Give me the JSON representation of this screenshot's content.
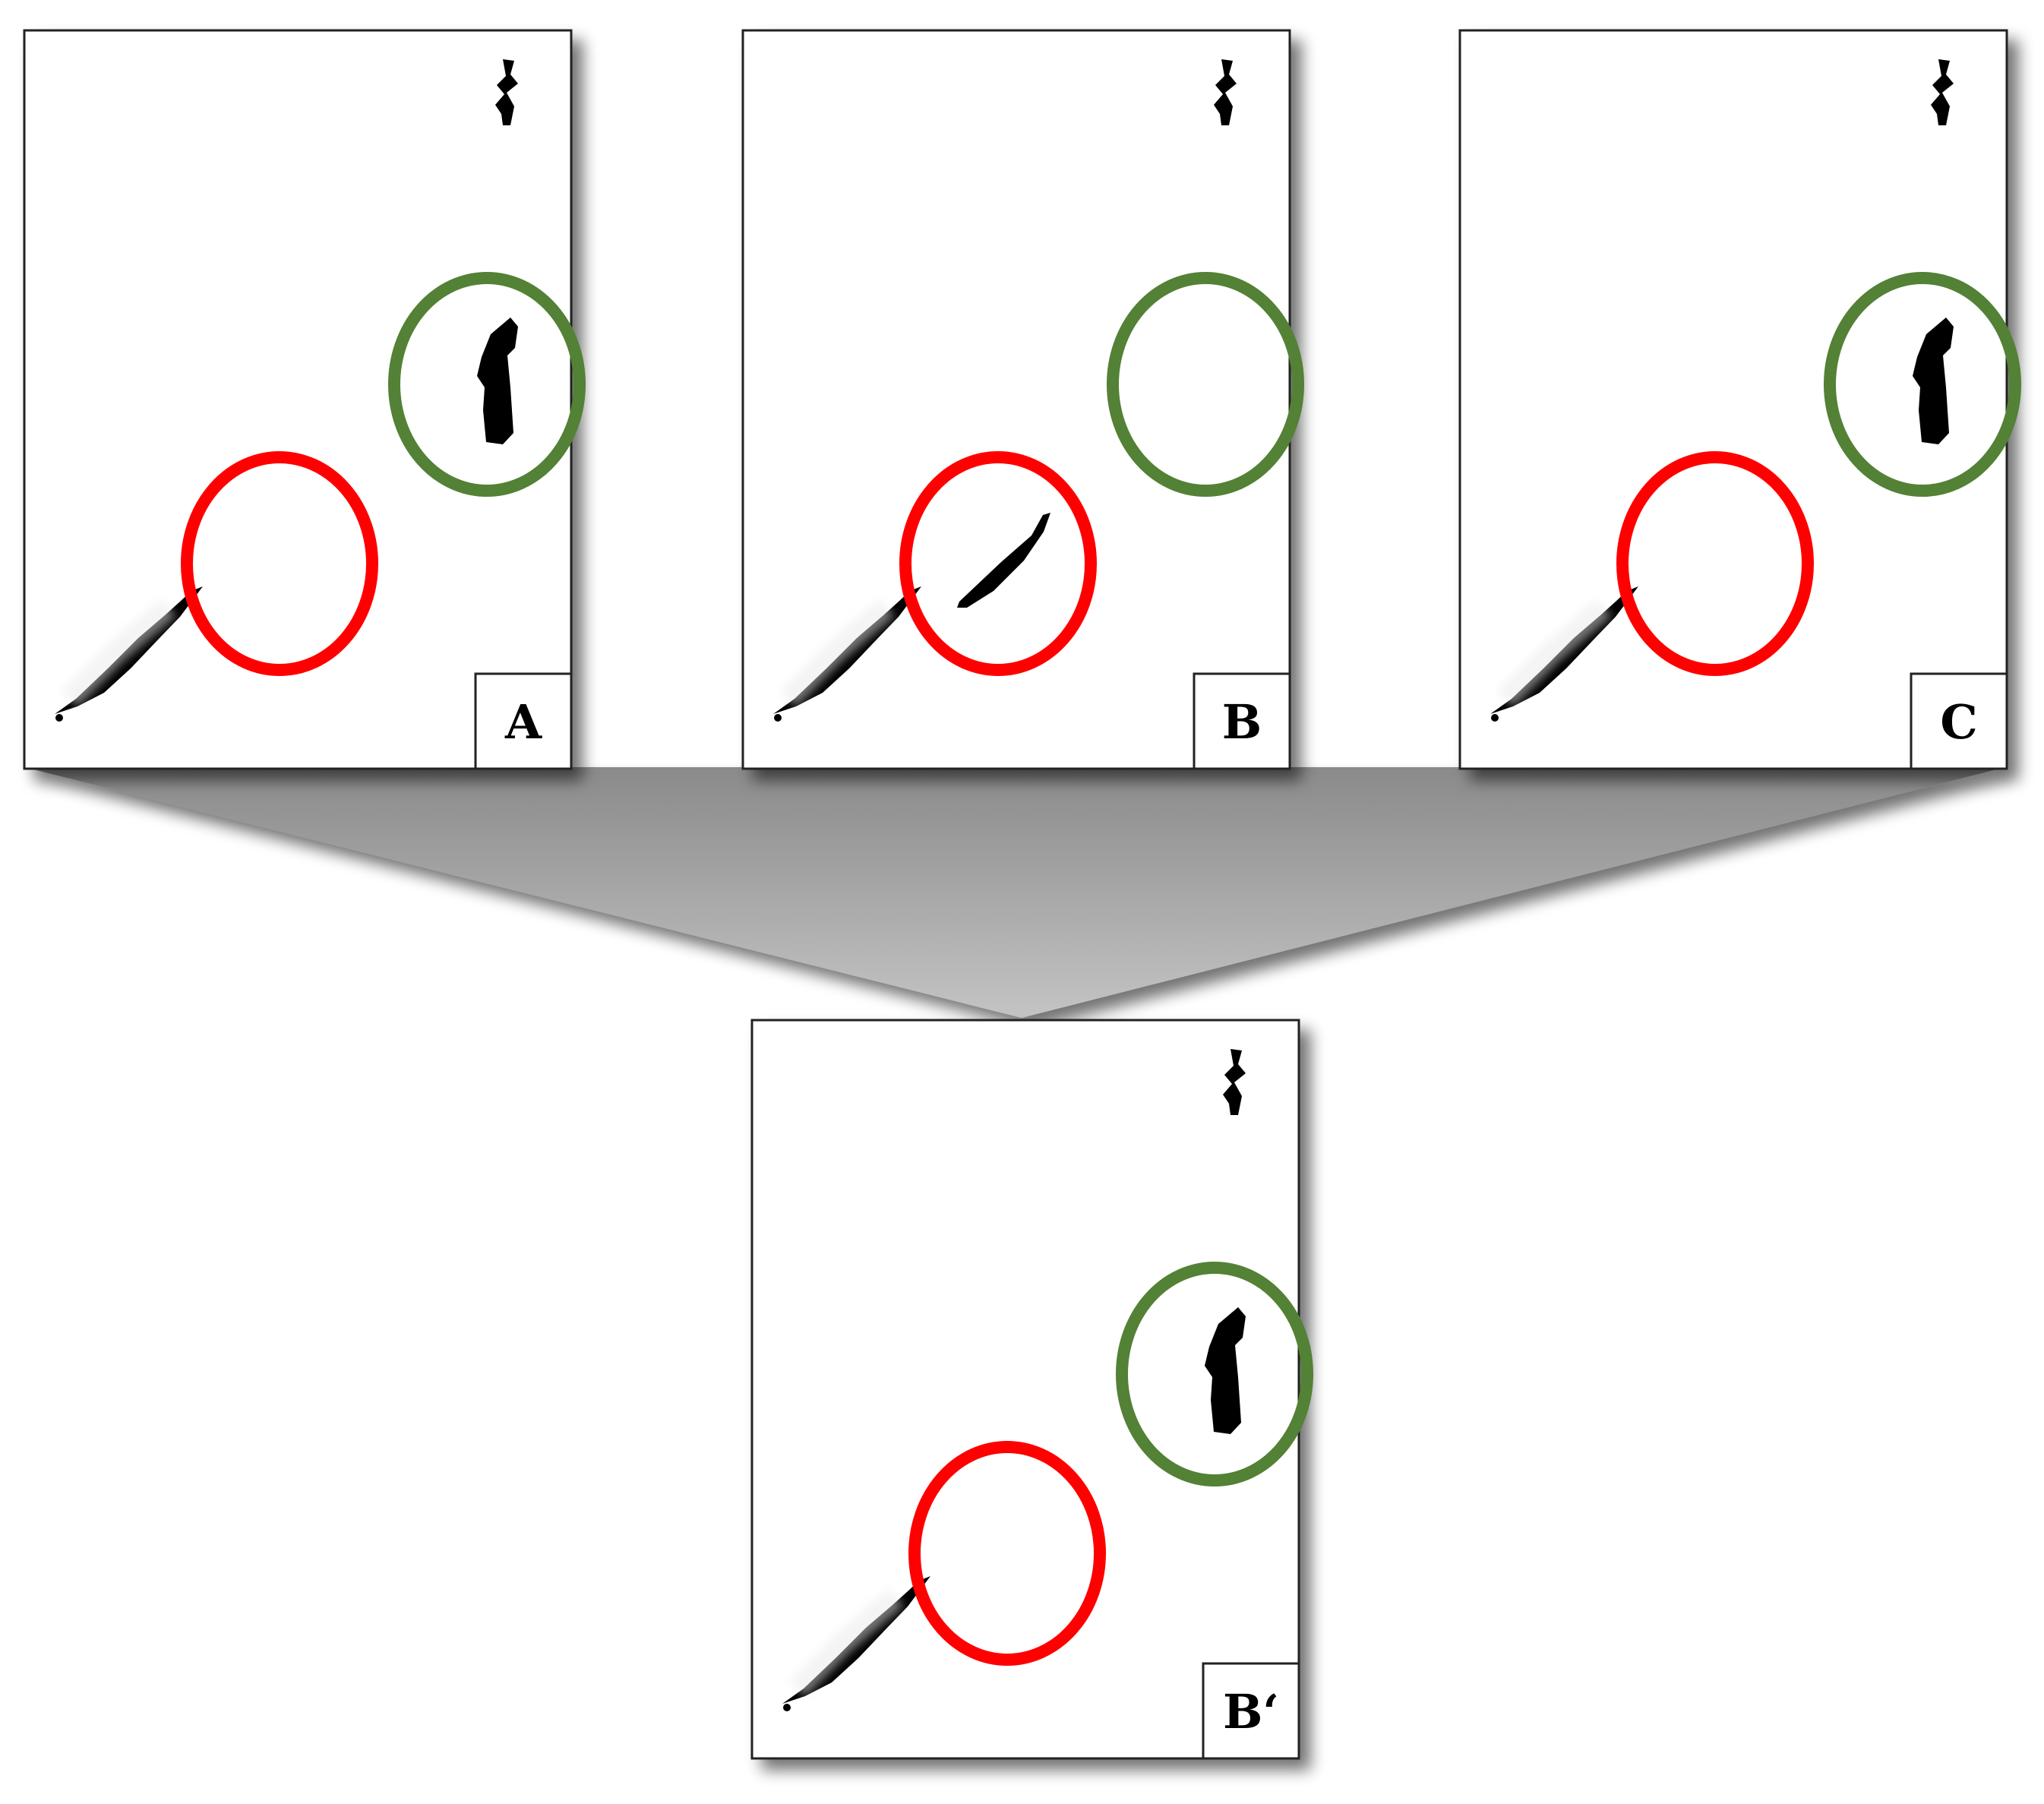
{
  "panels": [
    {
      "id": "A",
      "label": "A",
      "has_middle_blob": false,
      "has_right_blob": true
    },
    {
      "id": "B",
      "label": "B",
      "has_middle_blob": true,
      "has_right_blob": false
    },
    {
      "id": "C",
      "label": "C",
      "has_middle_blob": false,
      "has_right_blob": true
    },
    {
      "id": "B_prime",
      "label": "B‘",
      "has_middle_blob": false,
      "has_right_blob": true
    }
  ],
  "colors": {
    "red_circle": "#ff0000",
    "green_circle": "#538135",
    "blob": "#000000",
    "funnel_top": "#8a8a8a",
    "funnel_bottom": "#bdbdbd",
    "panel_border": "#222222"
  }
}
